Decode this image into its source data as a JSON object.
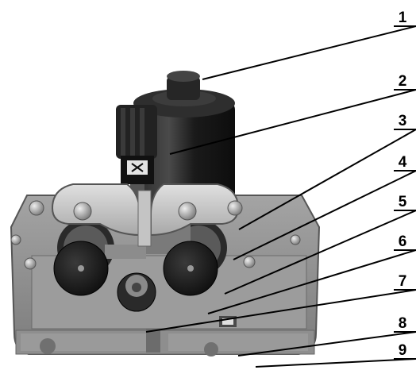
{
  "diagram": {
    "callouts": [
      {
        "number": "1"
      },
      {
        "number": "2"
      },
      {
        "number": "3"
      },
      {
        "number": "4"
      },
      {
        "number": "5"
      },
      {
        "number": "6"
      },
      {
        "number": "7"
      },
      {
        "number": "8"
      },
      {
        "number": "9"
      }
    ]
  },
  "colors": {
    "background": "#ffffff",
    "leader_line": "#000000",
    "motor_body": "#1c1c1c",
    "housing_grey": "#8a8a8a",
    "cover_plate": "#bdbdbd",
    "knob_dark": "#151515"
  }
}
